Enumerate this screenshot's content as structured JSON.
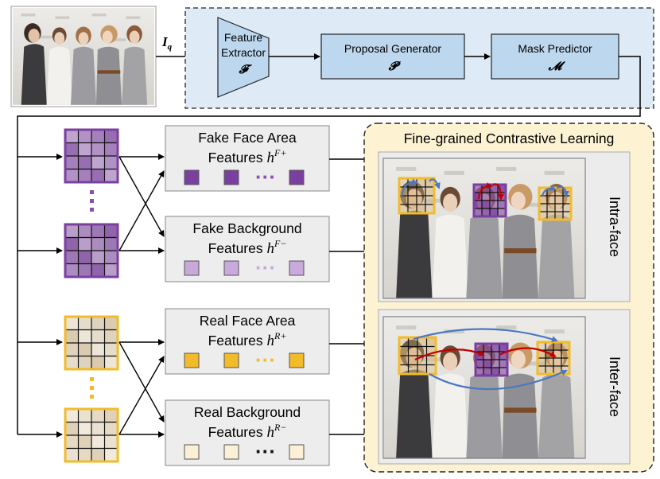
{
  "input": {
    "label": "I",
    "subscript": "q"
  },
  "pipeline": {
    "feature_extractor": {
      "line1": "Feature",
      "line2": "Extractor",
      "symbol": "𝓕"
    },
    "proposal_generator": {
      "label": "Proposal Generator",
      "symbol": "𝓟"
    },
    "mask_predictor": {
      "label": "Mask Predictor",
      "symbol": "𝓜"
    }
  },
  "feature_boxes": [
    {
      "line1": "Fake Face Area",
      "line2": "Features ",
      "h": "h",
      "sup": "F+",
      "dots": "···",
      "color": "#7b3fa0",
      "dot_color": "#8a4fb3"
    },
    {
      "line1": "Fake Background",
      "line2": "Features ",
      "h": "h",
      "sup": "F−",
      "dots": "···",
      "color": "#c9a9dc",
      "dot_color": "#c9a9dc"
    },
    {
      "line1": "Real Face Area",
      "line2": "Features ",
      "h": "h",
      "sup": "R+",
      "dots": "···",
      "color": "#f2bb2a",
      "dot_color": "#f2bb2a"
    },
    {
      "line1": "Real Background",
      "line2": "Features ",
      "h": "h",
      "sup": "R−",
      "dots": "···",
      "color": "#fbf0d6",
      "dot_color": "#111111"
    }
  ],
  "fcl": {
    "title": "Fine-grained Contrastive Learning",
    "intra_label": "Intra-face",
    "inter_label": "Inter-face"
  },
  "colors": {
    "fake": "#7b3fa0",
    "real": "#f2bb2a",
    "pipeline_fill": "#deebf7",
    "module_fill": "#bdd7ee",
    "fcl_fill": "#fdf3d3",
    "arrow_red": "#c00000",
    "arrow_blue": "#4a78c2"
  }
}
